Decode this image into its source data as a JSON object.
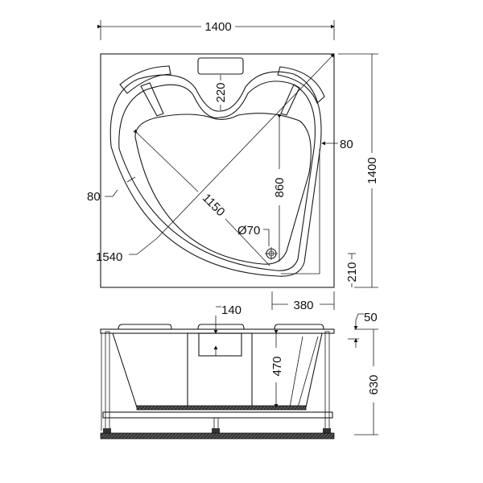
{
  "drawing": {
    "plan_view": {
      "width_top": "1400",
      "depth_right": "1400",
      "diagonal": "1540",
      "basin_diagonal": "1150",
      "basin_depth": "860",
      "headrest_depth": "220",
      "rim_right": "80",
      "rim_left": "80",
      "drain_diameter": "Ø70",
      "drain_offset_x": "380",
      "drain_offset_y": "210"
    },
    "side_view": {
      "headrest_height": "140",
      "inner_depth": "470",
      "total_height": "630",
      "rim_thickness": "50"
    }
  }
}
